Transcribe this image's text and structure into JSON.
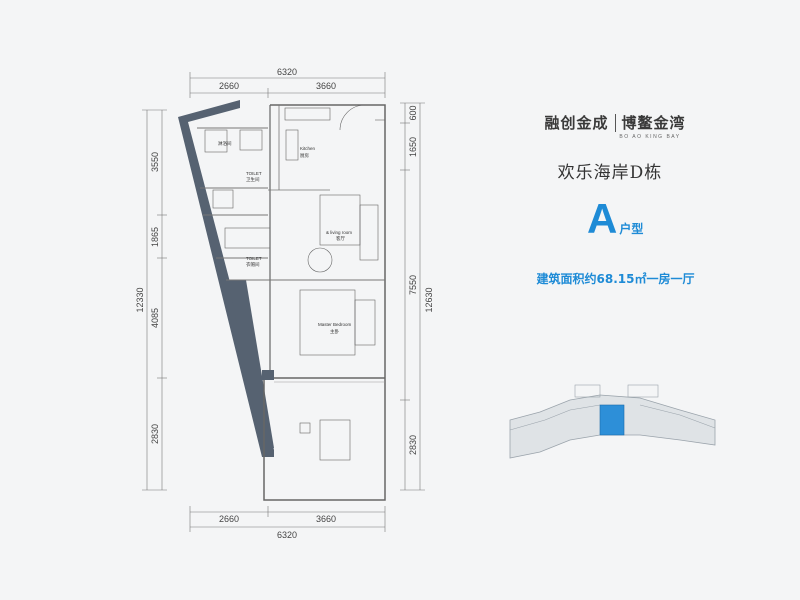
{
  "brand": {
    "primary": "融创金成",
    "secondary": "博鳌金湾",
    "english": "BO AO KING BAY"
  },
  "building_name": "欢乐海岸D栋",
  "unit": {
    "letter": "A",
    "type_label": "户型"
  },
  "area_line": "建筑面积约68.15㎡一房一厅",
  "accent_color": "#1e8bd6",
  "dimensions": {
    "top_total": "6320",
    "top_left": "2660",
    "top_right": "3660",
    "bottom_total": "6320",
    "bottom_left": "2660",
    "bottom_right": "3660",
    "left_1": "3550",
    "left_2": "1865",
    "left_3": "4085",
    "left_4": "2830",
    "left_total": "12330",
    "right_1": "600",
    "right_2": "1650",
    "right_3": "7550",
    "right_4": "2830",
    "right_total": "12630"
  },
  "rooms": {
    "kitchen_en": "Kitchen",
    "kitchen_cn": "厨房",
    "toilet1_en": "TOILET",
    "toilet1_cn": "卫生间",
    "toilet2_en": "TOILET",
    "toilet2_cn": "衣帽间",
    "living_en": "& living room",
    "living_cn": "客厅",
    "bedroom_en": "Master Bedroom",
    "bedroom_cn": "主卧",
    "shower_cn": "淋浴间"
  }
}
